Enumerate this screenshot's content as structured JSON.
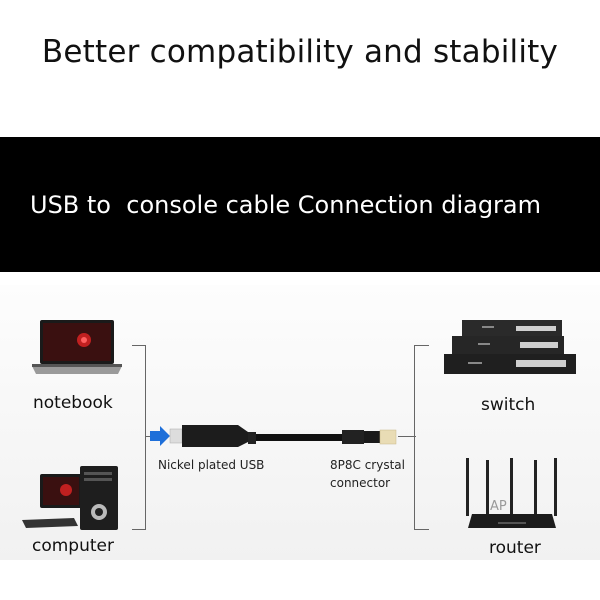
{
  "headline": "Better compatibility and stability",
  "banner": {
    "title": "USB to  console cable Connection diagram"
  },
  "diagram": {
    "left_devices": [
      {
        "label": "notebook",
        "icon": "laptop-icon"
      },
      {
        "label": "computer",
        "icon": "desktop-computer-icon"
      }
    ],
    "right_devices": [
      {
        "label": "switch",
        "icon": "network-switch-icon"
      },
      {
        "label": "router",
        "icon": "wifi-router-icon"
      }
    ],
    "cable": {
      "usb_end_label": "Nickel plated USB",
      "rj45_end_label_line1": "8P8C crystal",
      "rj45_end_label_line2": "connector",
      "arrow_color": "#1e6fd9"
    },
    "router_watermark": "AP"
  }
}
